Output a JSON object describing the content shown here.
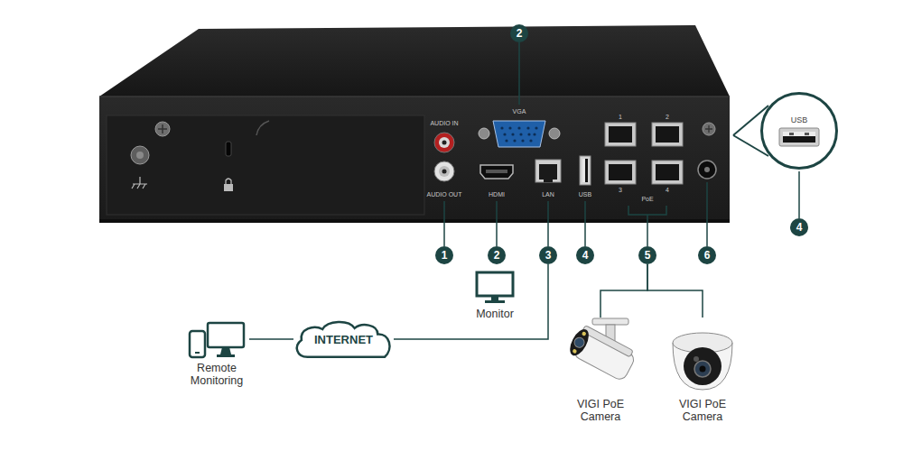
{
  "diagram": {
    "nodes": [
      {
        "text": [
          "2"
        ]
      },
      {
        "text": [
          "USB"
        ]
      },
      {
        "text": [
          "4"
        ]
      },
      {
        "text": [
          "1"
        ]
      },
      {
        "text": [
          "2"
        ]
      },
      {
        "text": [
          "3"
        ]
      },
      {
        "text": [
          "4"
        ]
      },
      {
        "text": [
          "5"
        ]
      },
      {
        "text": [
          "6"
        ]
      },
      {
        "text": [
          "Monitor"
        ]
      },
      {
        "text": [
          "Remote Monitoring"
        ]
      },
      {
        "text": [
          "INTERNET"
        ]
      },
      {
        "text": [
          "VIGI PoE Camera"
        ]
      },
      {
        "text": [
          "VIGI PoE Camera"
        ]
      }
    ],
    "edges": [
      {
        "from": 10,
        "to": 11,
        "arrow": "none"
      },
      {
        "from": 11,
        "to": 5,
        "arrow": "none"
      },
      {
        "from": 7,
        "to": 12,
        "arrow": "none"
      },
      {
        "from": 7,
        "to": 13,
        "arrow": "none"
      }
    ],
    "labels": [
      "AUDIO IN",
      "AUDIO OUT",
      "VGA",
      "HDMI",
      "LAN",
      "USB",
      "1",
      "2",
      "3",
      "4",
      "PoE"
    ]
  }
}
